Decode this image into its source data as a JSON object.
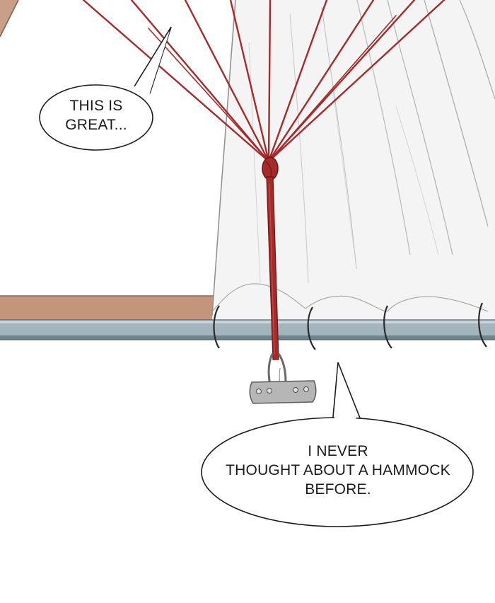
{
  "speech_bubbles": [
    {
      "lines": [
        "THIS IS",
        "GREAT..."
      ]
    },
    {
      "lines": [
        "I NEVER",
        "THOUGHT ABOUT A HAMMOCK",
        "BEFORE."
      ]
    }
  ],
  "colors": {
    "background": "#ffffff",
    "wall": "#c4957a",
    "wall_edge": "#8a6a58",
    "rail": "#a3b4bd",
    "rail_dark": "#6e8590",
    "rope": "#a52a2a",
    "rope_dark": "#7a1818",
    "fabric": "#f4f4f4",
    "fabric_line": "#b9b9b9",
    "bracket": "#b6b6b6",
    "ink": "#1a1a1a"
  }
}
